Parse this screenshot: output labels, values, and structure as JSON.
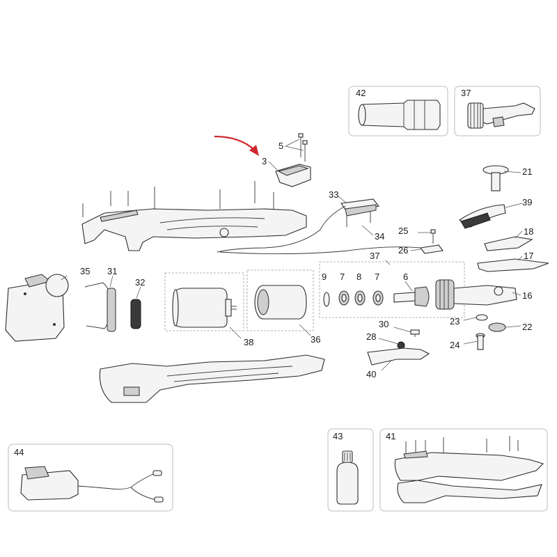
{
  "diagram": {
    "arrow_color": "#d0282e",
    "callouts": {
      "p3": "3",
      "p5": "5",
      "p6": "6",
      "p7a": "7",
      "p7b": "7",
      "p8": "8",
      "p9": "9",
      "p16": "16",
      "p17": "17",
      "p18": "18",
      "p21": "21",
      "p22": "22",
      "p23": "23",
      "p24": "24",
      "p25": "25",
      "p26": "26",
      "p28": "28",
      "p30": "30",
      "p31": "31",
      "p32": "32",
      "p33": "33",
      "p34": "34",
      "p35": "35",
      "p36": "36",
      "p37": "37",
      "p38": "38",
      "p39": "39",
      "p40": "40"
    },
    "insets": {
      "i42": "42",
      "i37": "37",
      "i44": "44",
      "i43": "43",
      "i41": "41"
    }
  }
}
